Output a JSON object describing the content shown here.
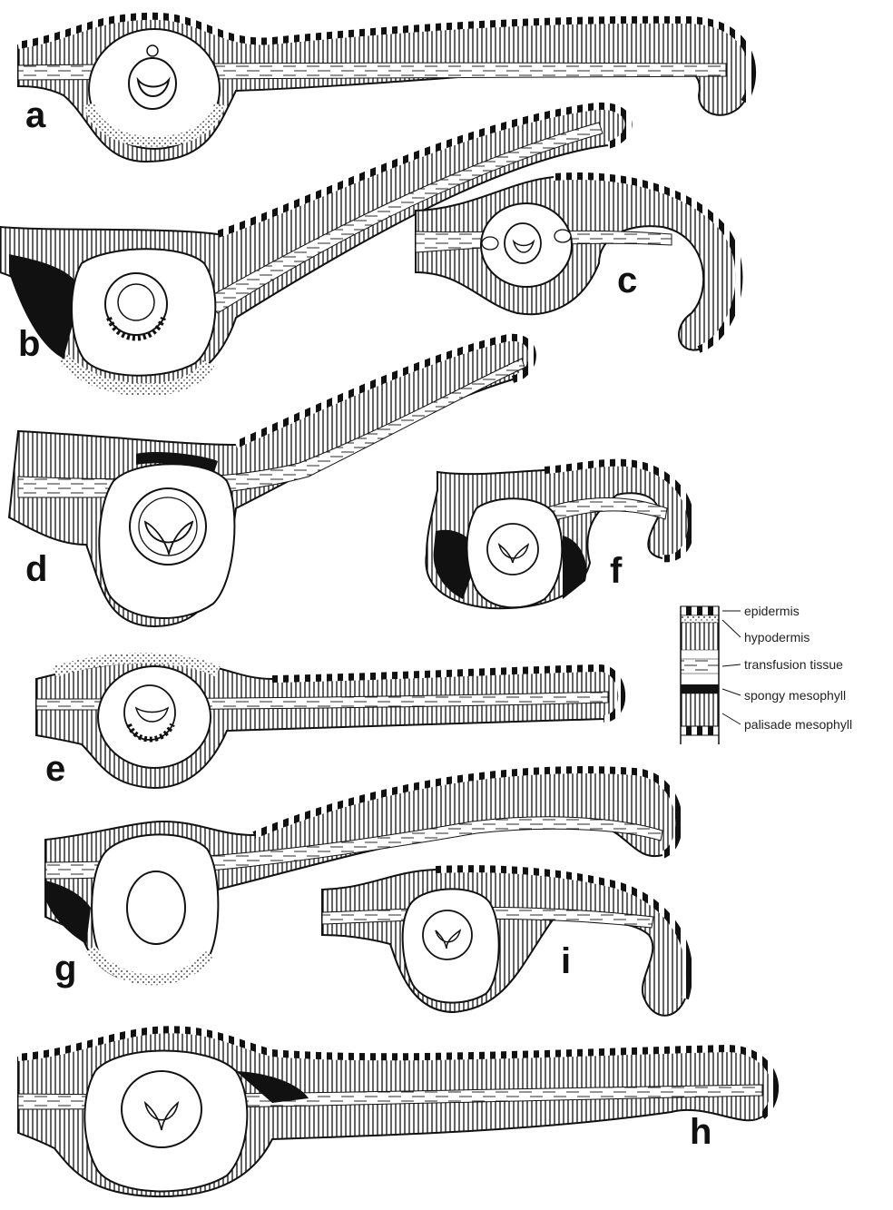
{
  "panels": [
    {
      "letter": "a"
    },
    {
      "letter": "b"
    },
    {
      "letter": "c"
    },
    {
      "letter": "d"
    },
    {
      "letter": "e"
    },
    {
      "letter": "f"
    },
    {
      "letter": "g"
    },
    {
      "letter": "h"
    },
    {
      "letter": "i"
    }
  ],
  "legend": {
    "items": [
      {
        "label": "epidermis"
      },
      {
        "label": "hypodermis"
      },
      {
        "label": "transfusion tissue"
      },
      {
        "label": "spongy mesophyll"
      },
      {
        "label": "palisade mesophyll"
      }
    ]
  }
}
